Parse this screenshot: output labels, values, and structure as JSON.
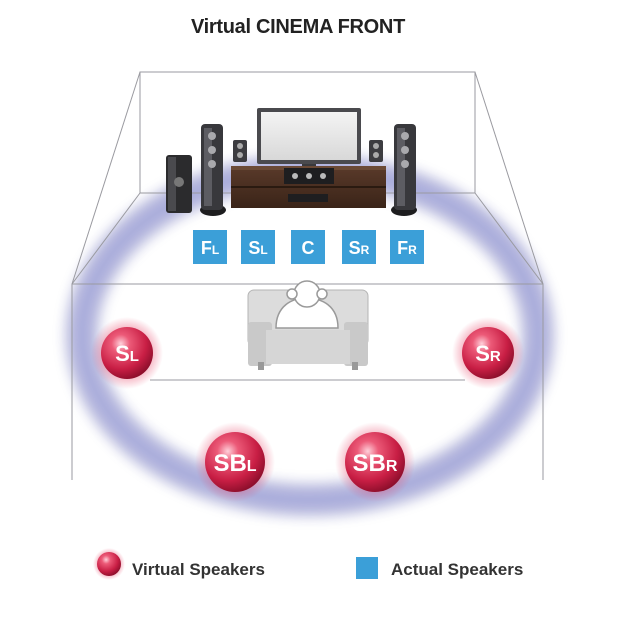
{
  "title": "Virtual CINEMA FRONT",
  "actual_speakers": [
    {
      "main": "F",
      "sub": "L"
    },
    {
      "main": "S",
      "sub": "L"
    },
    {
      "main": "C",
      "sub": ""
    },
    {
      "main": "S",
      "sub": "R"
    },
    {
      "main": "F",
      "sub": "R"
    }
  ],
  "virtual_speakers": [
    {
      "id": "sl",
      "main": "S",
      "sub": "L"
    },
    {
      "id": "sr",
      "main": "S",
      "sub": "R"
    },
    {
      "id": "sbl",
      "main": "SB",
      "sub": "L"
    },
    {
      "id": "sbr",
      "main": "SB",
      "sub": "R"
    }
  ],
  "legend": {
    "virtual_label": "Virtual Speakers",
    "actual_label": "Actual Speakers"
  },
  "colors": {
    "actual_speaker": "#3b9fd8",
    "virtual_speaker": "#d4254a",
    "surround_ring": "#5a5fb0"
  }
}
